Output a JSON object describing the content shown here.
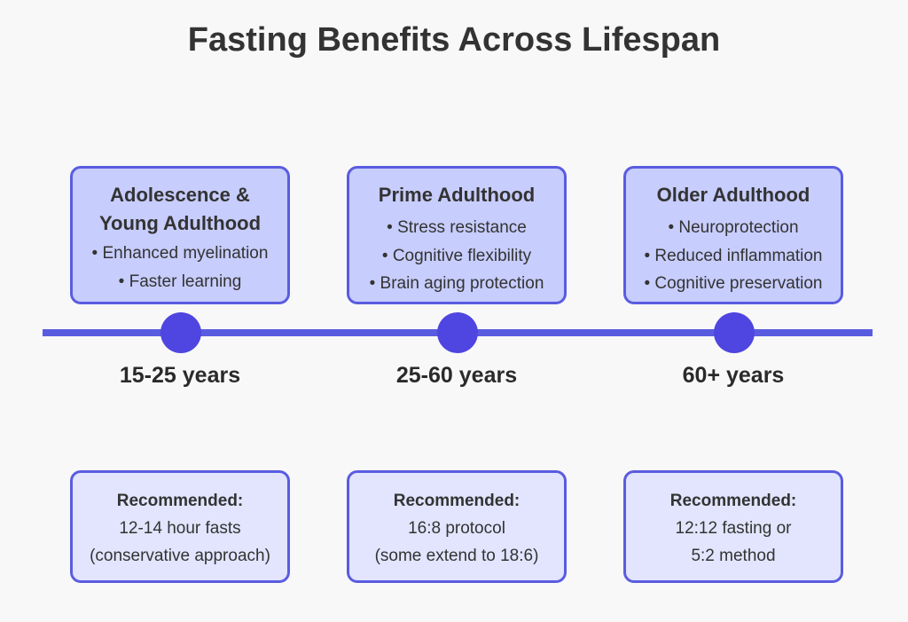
{
  "title": "Fasting Benefits Across Lifespan",
  "colors": {
    "accent": "#5a5ce0",
    "timeline": "#5a5ce0",
    "node": "#4f45e0",
    "stage_fill": "#c7cdfc",
    "recommend_fill": "#e2e5fd",
    "text": "#333333",
    "background": "#f8f8f8"
  },
  "stages": [
    {
      "title_lines": [
        "Adolescence &",
        "Young Adulthood"
      ],
      "benefits": [
        "• Enhanced myelination",
        "• Faster learning"
      ],
      "age": "15-25 years",
      "recommendation": {
        "heading": "Recommended:",
        "lines": [
          "12-14 hour fasts",
          "(conservative approach)"
        ]
      }
    },
    {
      "title_lines": [
        "Prime Adulthood"
      ],
      "benefits": [
        "• Stress resistance",
        "• Cognitive flexibility",
        "• Brain aging protection"
      ],
      "age": "25-60 years",
      "recommendation": {
        "heading": "Recommended:",
        "lines": [
          "16:8 protocol",
          "(some extend to 18:6)"
        ]
      }
    },
    {
      "title_lines": [
        "Older Adulthood"
      ],
      "benefits": [
        "• Neuroprotection",
        "• Reduced inflammation",
        "• Cognitive preservation"
      ],
      "age": "60+ years",
      "recommendation": {
        "heading": "Recommended:",
        "lines": [
          "12:12 fasting or",
          "5:2 method"
        ]
      }
    }
  ]
}
